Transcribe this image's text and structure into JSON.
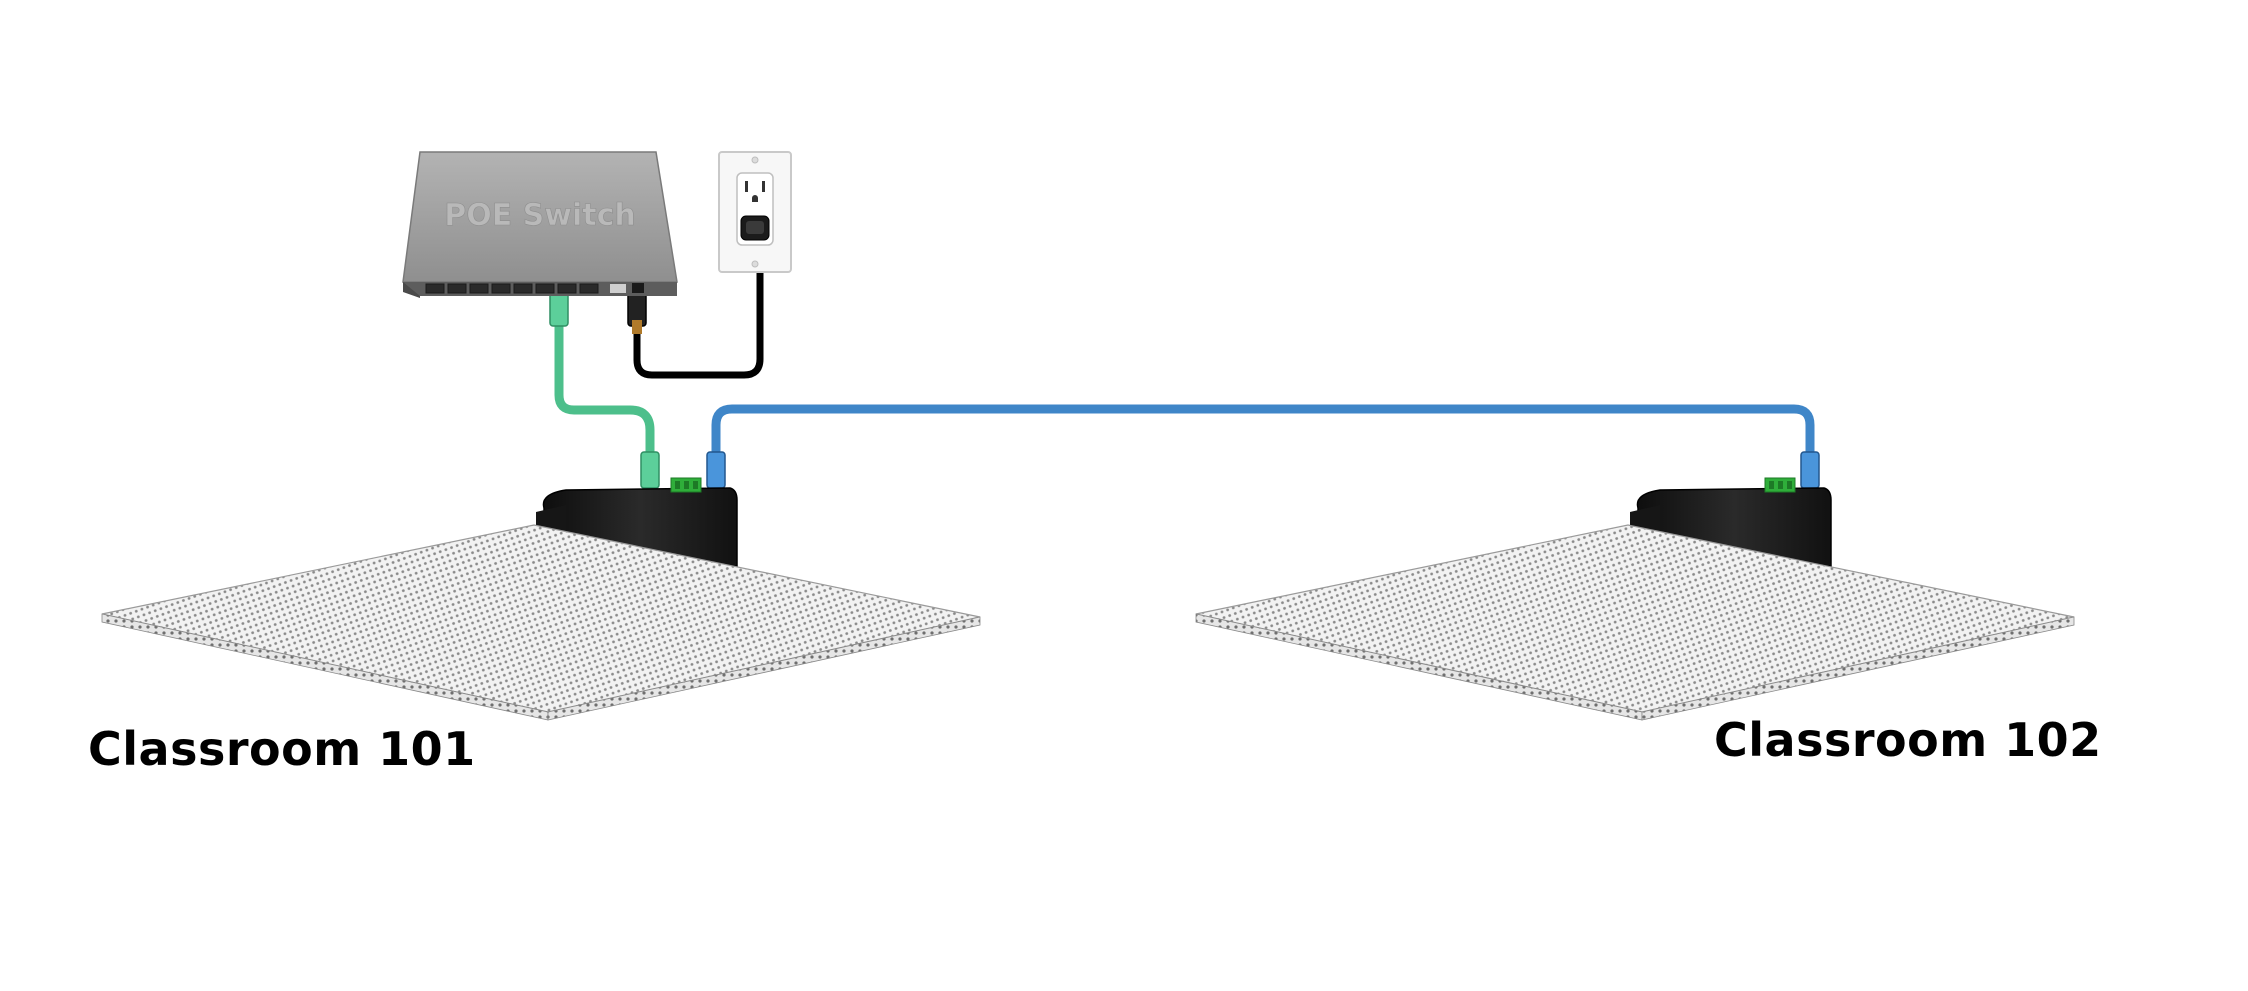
{
  "diagram": {
    "switch": {
      "label": "POE Switch",
      "icon": "poe-switch-icon"
    },
    "outlet": {
      "icon": "wall-outlet-icon"
    },
    "speakers": [
      {
        "label": "Classroom 101",
        "icon": "ceiling-speaker-icon"
      },
      {
        "label": "Classroom 102",
        "icon": "ceiling-speaker-icon"
      }
    ],
    "cables": [
      {
        "from": "POE Switch",
        "to": "Classroom 101",
        "color": "#4dbf8b"
      },
      {
        "from": "Classroom 101",
        "to": "Classroom 102",
        "color": "#3f86c8"
      },
      {
        "from": "POE Switch",
        "to": "wall outlet",
        "color": "#000000"
      }
    ],
    "colors": {
      "switch_body": "#9a9a9a",
      "switch_text": "#b9b9b9",
      "speaker_housing": "#1c1c1c",
      "terminal_green": "#2fae3a",
      "grille": "#d8d8d8"
    }
  }
}
